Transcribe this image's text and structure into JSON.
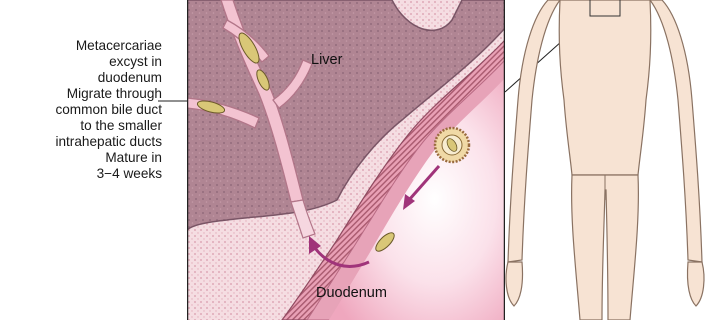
{
  "caption_lines": [
    "Metacercariae",
    "excyst in",
    "duodenum",
    "Migrate through",
    "common bile duct",
    "to the smaller",
    "intrahepatic ducts",
    "Mature in",
    "3−4 weeks"
  ],
  "labels": {
    "liver": "Liver",
    "duodenum": "Duodenum"
  },
  "colors": {
    "liver": "#b38a96",
    "liver_dark": "#8f6878",
    "duodenum": "#f2b6c8",
    "duodenum_light": "#fbe3ec",
    "duct": "#f1c4d2",
    "tissue": "#f3d6dc",
    "arrow": "#a0347a",
    "parasite": "#d9c777",
    "skin": "#f7e3d3"
  }
}
